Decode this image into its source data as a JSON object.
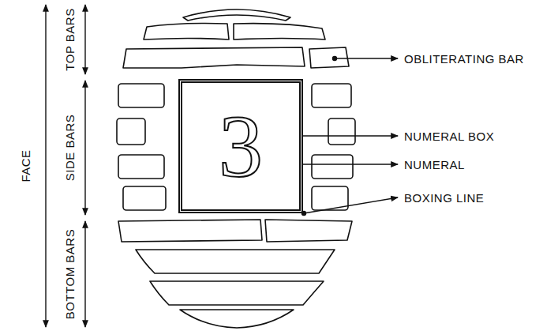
{
  "diagram": {
    "nodes": [
      {
        "text": [
          "3"
        ]
      }
    ],
    "labels": [
      "FACE",
      "TOP BARS",
      "SIDE BARS",
      "BOTTOM BARS",
      "OBLITERATING BAR",
      "NUMERAL BOX",
      "NUMERAL",
      "BOXING LINE"
    ]
  }
}
